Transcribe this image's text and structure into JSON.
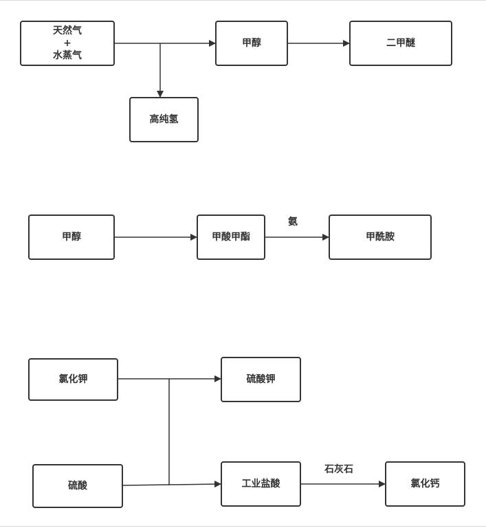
{
  "diagram1": {
    "natural_gas_steam": [
      "天然气",
      "+",
      "水蒸气"
    ],
    "methanol": "甲醇",
    "dimethyl_ether": "二甲醚",
    "high_purity_hydrogen": "高纯氢"
  },
  "diagram2": {
    "methanol": "甲醇",
    "methyl_formate": "甲酸甲酯",
    "formamide": "甲酰胺",
    "ammonia_label": "氨"
  },
  "diagram3": {
    "potassium_chloride": "氯化钾",
    "potassium_sulfate": "硫酸钾",
    "sulfuric_acid": "硫酸",
    "industrial_hcl": "工业盐酸",
    "calcium_chloride": "氯化钙",
    "limestone_label": "石灰石"
  },
  "colors": {
    "stroke": "#333333",
    "background": "#ffffff"
  }
}
